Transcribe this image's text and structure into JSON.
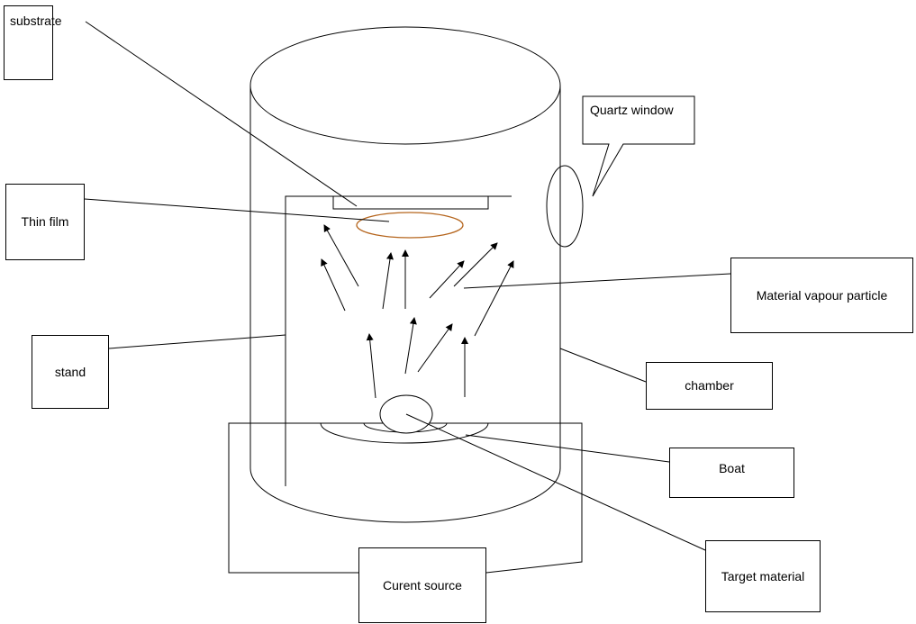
{
  "labels": {
    "substrate": "substrate",
    "thin_film": "Thin film",
    "stand": "stand",
    "quartz_window": "Quartz window",
    "material_vapour_particle": "Material vapour particle",
    "chamber": "chamber",
    "boat": "Boat",
    "target_material": "Target material",
    "current_source": "Curent source"
  },
  "colors": {
    "line": "#000000",
    "thin_film_outline": "#b5651d",
    "background": "#ffffff"
  }
}
